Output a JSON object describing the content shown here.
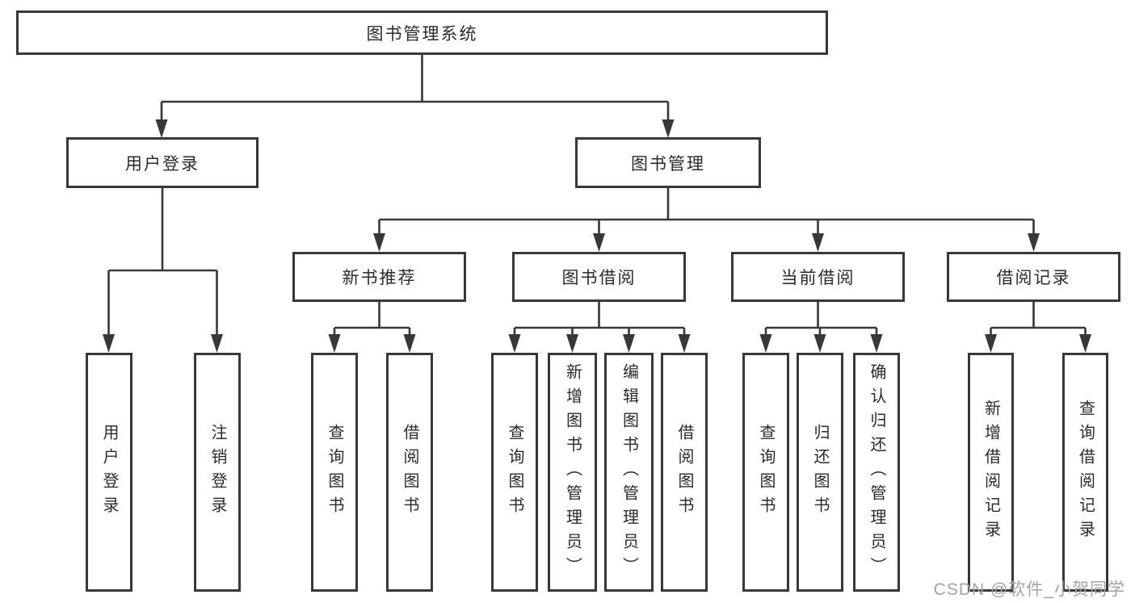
{
  "tree": {
    "root": {
      "label": "图书管理系统",
      "children": [
        {
          "label": "用户登录",
          "children": [
            {
              "label": "用户登录"
            },
            {
              "label": "注销登录"
            }
          ]
        },
        {
          "label": "图书管理",
          "children": [
            {
              "label": "新书推荐",
              "children": [
                {
                  "label": "查询图书"
                },
                {
                  "label": "借阅图书"
                }
              ]
            },
            {
              "label": "图书借阅",
              "children": [
                {
                  "label": "查询图书"
                },
                {
                  "label": "新增图书（管理员）"
                },
                {
                  "label": "编辑图书（管理员）"
                },
                {
                  "label": "借阅图书"
                }
              ]
            },
            {
              "label": "当前借阅",
              "children": [
                {
                  "label": "查询图书"
                },
                {
                  "label": "归还图书"
                },
                {
                  "label": "确认归还（管理员）"
                }
              ]
            },
            {
              "label": "借阅记录",
              "children": [
                {
                  "label": "新增借阅记录"
                },
                {
                  "label": "查询借阅记录"
                }
              ]
            }
          ]
        }
      ]
    }
  },
  "watermark": {
    "text": "CSDN @软件_小贺同学"
  },
  "colors": {
    "line": "#383838",
    "text": "#2b2b2b",
    "watermark": "#a3a3a3"
  }
}
